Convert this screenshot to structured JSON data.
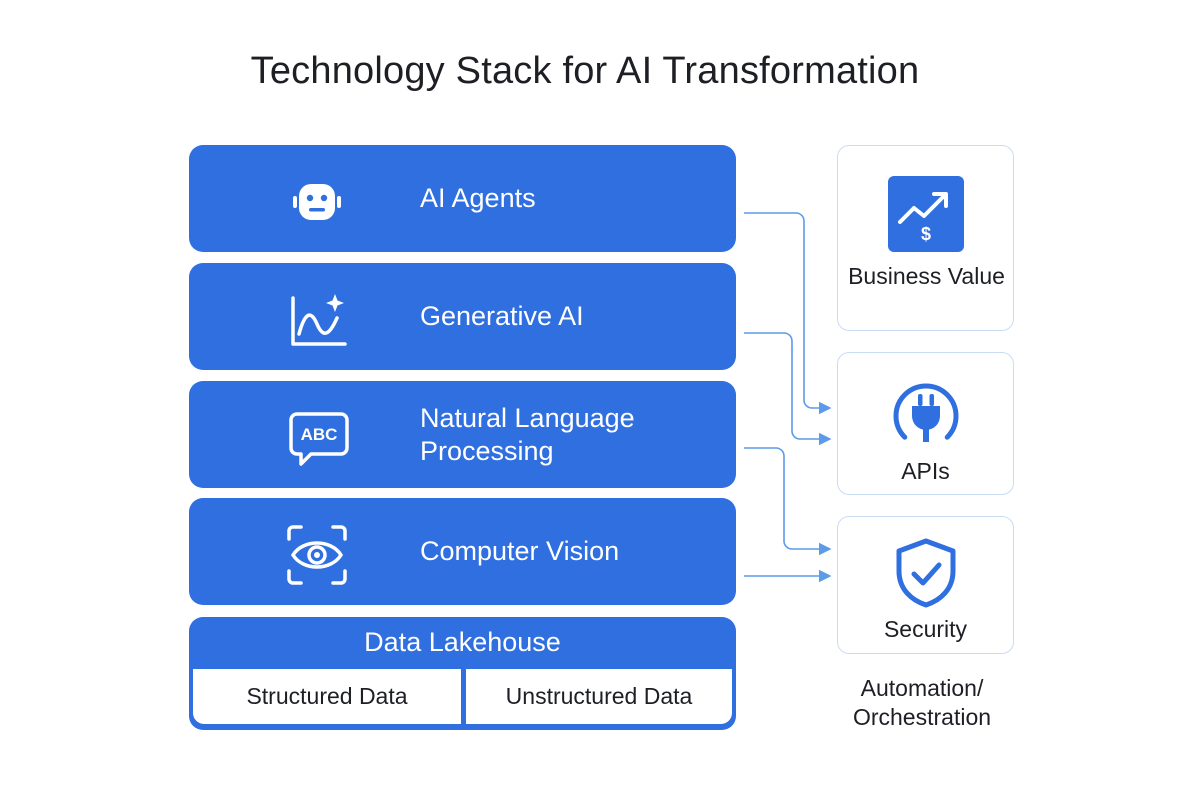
{
  "title": "Technology Stack for AI Transformation",
  "layers": [
    {
      "label": "AI Agents",
      "icon": "robot-icon"
    },
    {
      "label": "Generative AI",
      "icon": "sparkle-chart-icon"
    },
    {
      "label": "Natural Language Processing",
      "icon": "abc-speech-bubble-icon"
    },
    {
      "label": "Computer Vision",
      "icon": "eye-scan-icon"
    }
  ],
  "data_lakehouse": {
    "title": "Data Lakehouse",
    "cells": [
      "Structured Data",
      "Unstructured Data"
    ]
  },
  "cards": [
    {
      "label": "Business Value",
      "icon": "trending-dollar-icon"
    },
    {
      "label": "APIs",
      "icon": "plug-icon"
    },
    {
      "label": "Security",
      "icon": "shield-check-icon"
    }
  ],
  "footer_label": "Automation/ Orchestration",
  "colors": {
    "accent": "#2f6fe0",
    "text": "#1d1f24",
    "card_border": "#c9dcf4",
    "connector": "#5b9be8"
  }
}
